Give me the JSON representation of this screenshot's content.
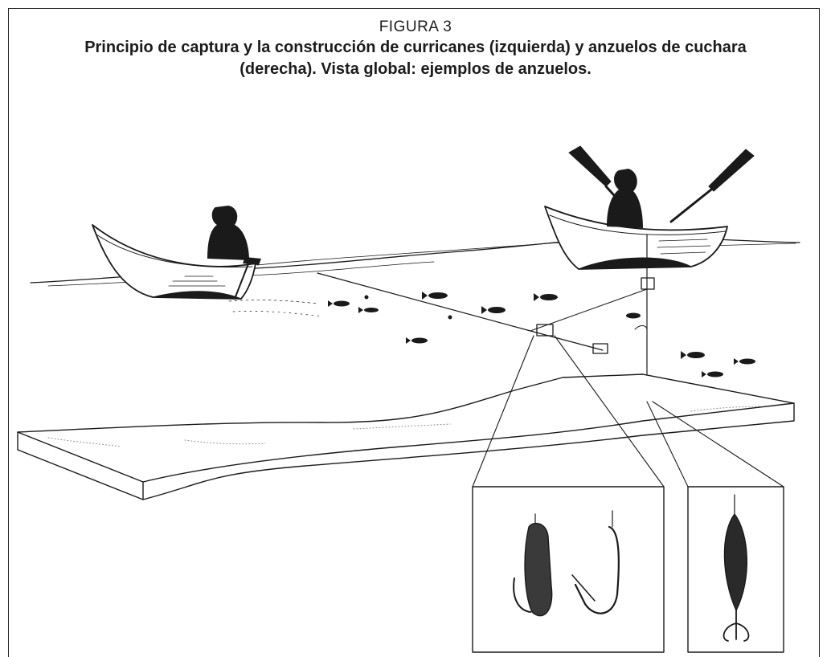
{
  "figure": {
    "label": "FIGURA 3",
    "title_bold_1": "Principio de captura y la construcción de curricanes",
    "title_normal_1": " (izquierda) y anzuelos de cuchara",
    "title_normal_2": "(derecha)",
    "title_bold_2": ". Vista global: ejemplos de anzuelos."
  },
  "illustration": {
    "scene": "fishing-boats-trolling-lines",
    "colors": {
      "ink": "#1a1a1a",
      "paper": "#ffffff",
      "sand": "#8a8a8a"
    }
  }
}
